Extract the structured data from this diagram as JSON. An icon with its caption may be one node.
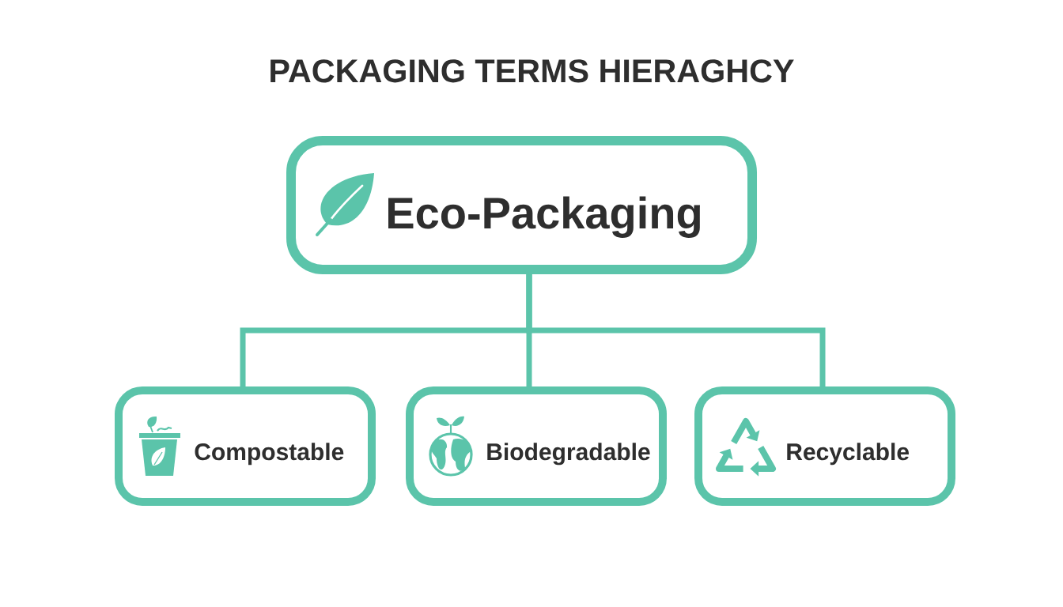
{
  "diagram": {
    "title": "PACKAGING TERMS HIERAGHCY",
    "nodes": [
      {
        "text": [
          "Eco-Packaging"
        ]
      },
      {
        "text": [
          "Compostable"
        ]
      },
      {
        "text": [
          "Biodegradable"
        ]
      },
      {
        "text": [
          "Recyclable"
        ]
      }
    ],
    "edges": [
      {
        "from": 0,
        "to": 1,
        "arrow": "none"
      },
      {
        "from": 0,
        "to": 2,
        "arrow": "none"
      },
      {
        "from": 0,
        "to": 3,
        "arrow": "none"
      }
    ]
  }
}
